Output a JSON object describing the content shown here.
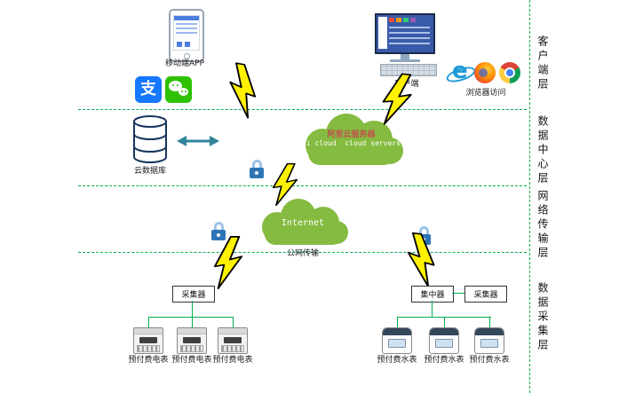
{
  "layers": {
    "client": "客户端层",
    "data_center": "数据中心层",
    "network": "网络传输层",
    "acquisition": "数据采集层"
  },
  "client_layer": {
    "mobile_app_label": "移动端APP",
    "alipay_char": "支",
    "client_label": "客户端",
    "browser_label": "浏览器访问"
  },
  "data_center_layer": {
    "cloud_db_label": "云数据库",
    "ali_cloud_title": "阿里云服务器",
    "ali_cloud_subtitle": "li cloud  cloud servers"
  },
  "network_layer": {
    "internet_label": "Internet",
    "public_net_label": "公网传输"
  },
  "acquisition_layer": {
    "collector_left": "采集器",
    "concentrator": "集中器",
    "collector_right": "采集器",
    "electric_meters": [
      "预付费电表",
      "预付费电表",
      "预付费电表"
    ],
    "water_meters": [
      "预付费水表",
      "预付费水表",
      "预付费水表"
    ]
  },
  "colors": {
    "layer_line_green": "#00B050",
    "cloud_green": "#85BB40",
    "bolt_yellow": "#FFF100",
    "lock_blue": "#2E75B6",
    "alipay_blue": "#1677FF",
    "wechat_green": "#2DC100",
    "ali_cloud_title_red": "#C0504D"
  },
  "icons": [
    "mobile-phone-icon",
    "alipay-icon",
    "wechat-icon",
    "monitor-icon",
    "keyboard-icon",
    "ie-icon",
    "firefox-icon",
    "chrome-icon",
    "database-icon",
    "sync-arrow-icon",
    "cloud-icon",
    "lock-icon",
    "lightning-bolt-icon",
    "electric-meter-icon",
    "water-meter-icon"
  ]
}
